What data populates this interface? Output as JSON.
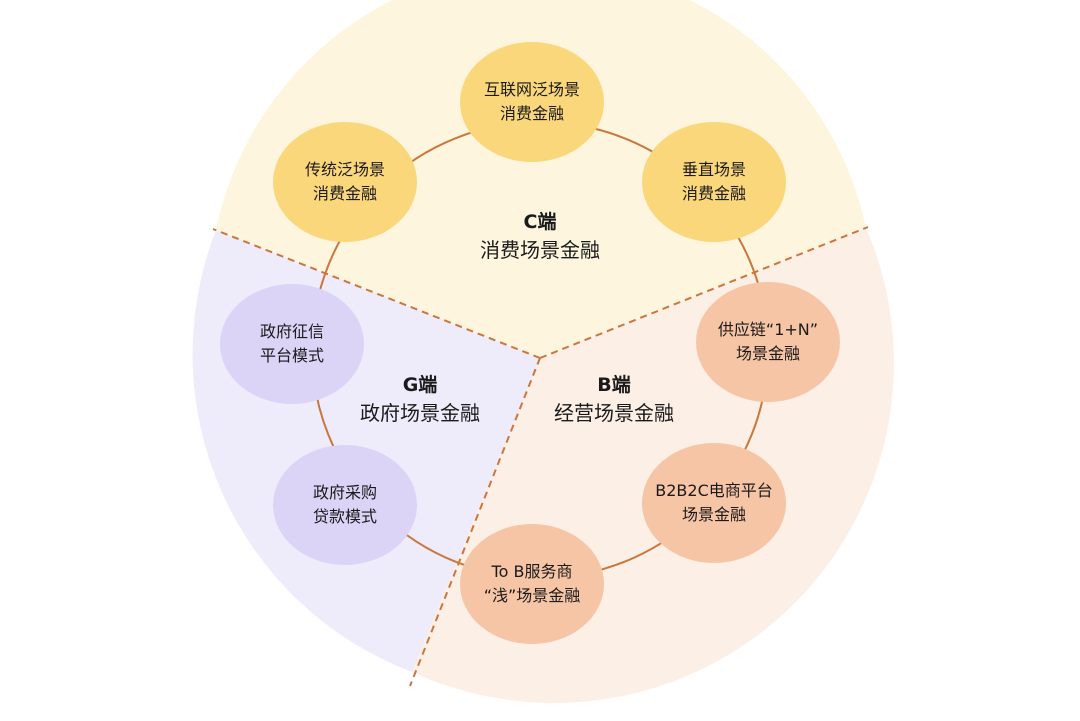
{
  "segments": {
    "c": {
      "title": "C端",
      "subtitle": "消费场景金融"
    },
    "g": {
      "title": "G端",
      "subtitle": "政府场景金融"
    },
    "b": {
      "title": "B端",
      "subtitle": "经营场景金融"
    }
  },
  "nodes": {
    "internet_consumer": {
      "line1": "互联网泛场景",
      "line2": "消费金融"
    },
    "vertical_consumer": {
      "line1": "垂直场景",
      "line2": "消费金融"
    },
    "traditional_consumer": {
      "line1": "传统泛场景",
      "line2": "消费金融"
    },
    "gov_credit": {
      "line1": "政府征信",
      "line2": "平台模式"
    },
    "gov_procurement": {
      "line1": "政府采购",
      "line2": "贷款模式"
    },
    "supply_chain": {
      "line1": "供应链“1+N”",
      "line2": "场景金融"
    },
    "b2b2c": {
      "line1": "B2B2C电商平台",
      "line2": "场景金融"
    },
    "tob_service": {
      "line1": "To B服务商",
      "line2": "“浅”场景金融"
    }
  },
  "colors": {
    "c_fill": "#fdf5dd",
    "g_fill": "#eeebfb",
    "b_fill": "#fcefe6",
    "c_node": "#fbd77c",
    "g_node": "#dcd4f6",
    "b_node": "#f6c5a6",
    "ring": "#c9773d",
    "divider": "#c9773d"
  }
}
